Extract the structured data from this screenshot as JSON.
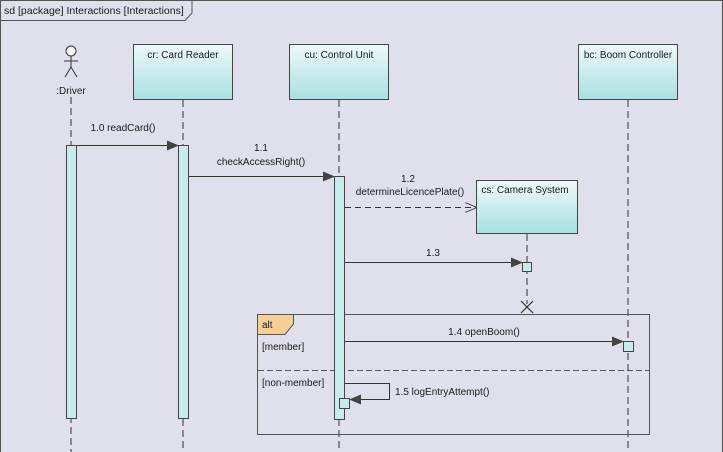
{
  "frame": {
    "title": "sd [package] Interactions [Interactions]"
  },
  "lifelines": {
    "driver": {
      "label": ":Driver"
    },
    "card_reader": {
      "label": "cr: Card Reader"
    },
    "control_unit": {
      "label": "cu: Control Unit"
    },
    "boom_controller": {
      "label": "bc: Boom Controller"
    },
    "camera_system": {
      "label": "cs: Camera System"
    }
  },
  "messages": {
    "m1": {
      "label": "1.0 readCard()"
    },
    "m2": {
      "num": "1.1",
      "label": "checkAccessRight()"
    },
    "m3": {
      "num": "1.2",
      "label": "determineLicencePlate()"
    },
    "m4": {
      "label": "1.3"
    },
    "m5": {
      "label": "1.4 openBoom()"
    },
    "m6": {
      "label": "1.5 logEntryAttempt()"
    }
  },
  "fragment": {
    "operator": "alt",
    "guard1": "[member]",
    "guard2": "[non-member]"
  },
  "colors": {
    "background": "#dfe0ec",
    "lifeline_box": "#c8ecec",
    "border": "#444444"
  }
}
